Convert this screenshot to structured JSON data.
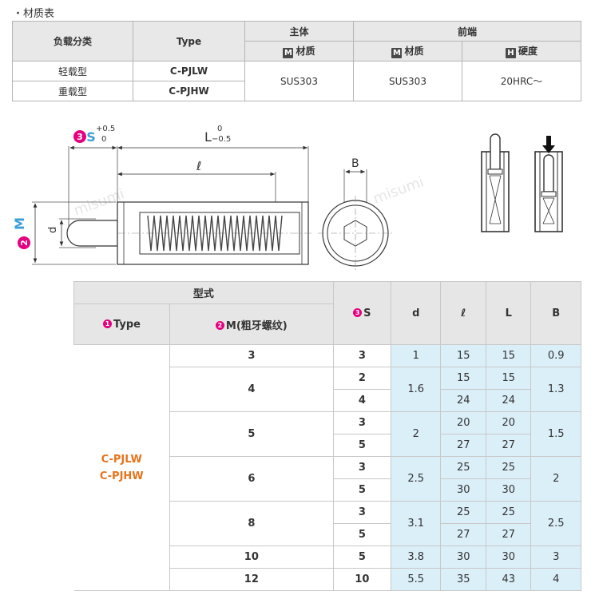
{
  "section_title": "・材质表",
  "material_table": {
    "head_load_type": "负载分类",
    "head_type": "Type",
    "head_main": "主体",
    "head_tip": "前端",
    "sub_main_material": "材质",
    "sub_tip_material": "材质",
    "sub_tip_hardness": "硬度",
    "badge_m": "M",
    "badge_h": "H",
    "rows": [
      {
        "load": "轻载型",
        "type": "C-PJLW"
      },
      {
        "load": "重载型",
        "type": "C-PJHW"
      }
    ],
    "main_material": "SUS303",
    "tip_material": "SUS303",
    "tip_hardness": "20HRC～"
  },
  "drawing": {
    "s_num": "3",
    "s_letter": "S",
    "s_tol_upper": "+0.5",
    "s_tol_lower": "0",
    "l_label": "L",
    "l_tol_upper": "0",
    "l_tol_lower": "−0.5",
    "ell_label": "ℓ",
    "d_label": "d",
    "m_num": "2",
    "m_label": "M",
    "b_label": "B",
    "watermark": "misumi"
  },
  "dim_table": {
    "head_model": "型式",
    "head_type_num": "1",
    "head_type": "Type",
    "head_m_num": "2",
    "head_m": "M(粗牙螺纹)",
    "head_s_num": "3",
    "head_s": "S",
    "head_d": "d",
    "head_ell": "ℓ",
    "head_L": "L",
    "head_B": "B",
    "type_line1": "C-PJLW",
    "type_line2": "C-PJHW",
    "groups": [
      {
        "m": "3",
        "d": "1",
        "b": "0.9",
        "rows": [
          {
            "s": "3",
            "ell": "15",
            "L": "15"
          }
        ]
      },
      {
        "m": "4",
        "d": "1.6",
        "b": "1.3",
        "rows": [
          {
            "s": "2",
            "ell": "15",
            "L": "15"
          },
          {
            "s": "4",
            "ell": "24",
            "L": "24"
          }
        ]
      },
      {
        "m": "5",
        "d": "2",
        "b": "1.5",
        "rows": [
          {
            "s": "3",
            "ell": "20",
            "L": "20"
          },
          {
            "s": "5",
            "ell": "27",
            "L": "27"
          }
        ]
      },
      {
        "m": "6",
        "d": "2.5",
        "b": "2",
        "rows": [
          {
            "s": "3",
            "ell": "25",
            "L": "25"
          },
          {
            "s": "5",
            "ell": "30",
            "L": "30"
          }
        ]
      },
      {
        "m": "8",
        "d": "3.1",
        "b": "2.5",
        "rows": [
          {
            "s": "3",
            "ell": "25",
            "L": "25"
          },
          {
            "s": "5",
            "ell": "27",
            "L": "27"
          }
        ]
      },
      {
        "m": "10",
        "d": "3.8",
        "b": "3",
        "rows": [
          {
            "s": "5",
            "ell": "30",
            "L": "30"
          }
        ]
      },
      {
        "m": "12",
        "d": "5.5",
        "b": "4",
        "rows": [
          {
            "s": "10",
            "ell": "35",
            "L": "43"
          }
        ]
      }
    ]
  }
}
